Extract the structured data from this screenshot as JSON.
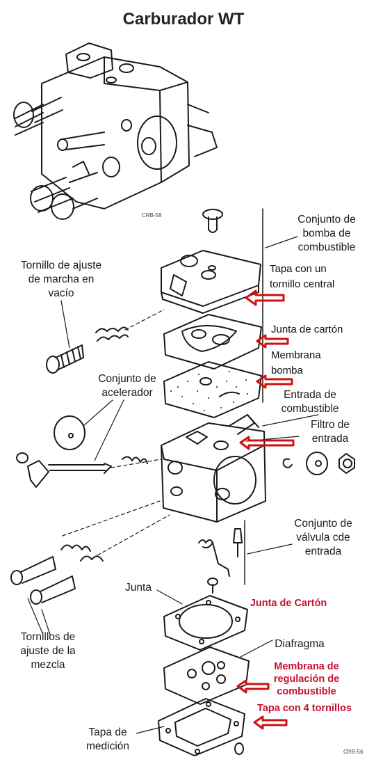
{
  "title": "Carburador WT",
  "figure_codes": {
    "top": "CRB-58",
    "bottom": "CRB-56"
  },
  "labels": {
    "pump_assembly": "Conjunto de\nbomba de\ncombustible",
    "idle_screw": "Tornillo de ajuste\nde marcha en\nvacío",
    "throttle_assembly": "Conjunto de\nacelerador",
    "fuel_inlet": "Entrada de\ncombustible",
    "inlet_filter": "Filtro de\nentrada",
    "inlet_valve_assembly": "Conjunto de\nválvula cde\nentrada",
    "gasket": "Junta",
    "mixture_screws": "Tornillos de\najuste de la\nmezcla",
    "diaphragm": "Diafragma",
    "metering_cover": "Tapa de\nmedición"
  },
  "annotations": {
    "cover_one_screw": "Tapa con un\ntornillo central",
    "cardboard_gasket_top": "Junta de cartón",
    "pump_membrane": "Membrana\nbomba",
    "cardboard_gasket_bottom": "Junta de Cartón",
    "regulation_membrane": "Membrana de\nregulación de\ncombustible",
    "cover_four_screws": "Tapa con 4 tornillos"
  },
  "colors": {
    "arrow": "#d01010",
    "line_art": "#1a1a1a",
    "annotation_red": "#c8102e"
  }
}
